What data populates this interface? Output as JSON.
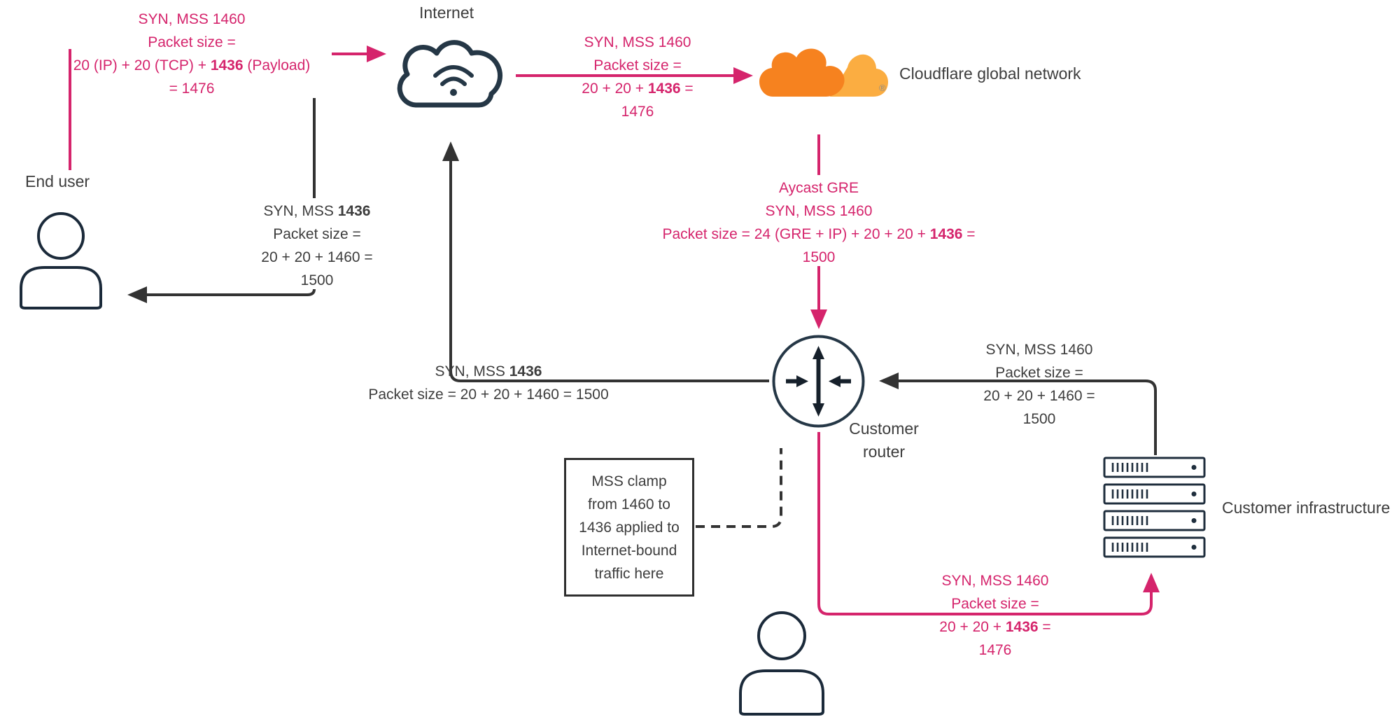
{
  "colors": {
    "pink": "#d5246c",
    "dark_stroke": "#253746",
    "arrow_black": "#333333",
    "text": "#3d3d3d",
    "cloudflare_orange": "#f6821f",
    "cloudflare_light_orange": "#fbad41"
  },
  "nodes": {
    "internet": {
      "label": "Internet"
    },
    "end_user": {
      "label": "End user"
    },
    "cloudflare": {
      "label": "Cloudflare global network",
      "reg_mark": "®"
    },
    "customer_router": {
      "label_lines": [
        "Customer",
        "router"
      ]
    },
    "customer_infrastructure": {
      "label": "Customer infrastructure"
    }
  },
  "flows": {
    "end_user_to_internet": {
      "lines": [
        "SYN, MSS 1460",
        "Packet size =",
        "20 (IP) + 20 (TCP) + **1436** (Payload)",
        "= 1476"
      ]
    },
    "internet_to_cloudflare": {
      "lines": [
        "SYN, MSS 1460",
        "Packet size =",
        "20 + 20 + **1436** =",
        "1476"
      ]
    },
    "cloudflare_to_router": {
      "lines": [
        "Aycast GRE",
        "SYN, MSS 1460",
        "Packet size = 24 (GRE + IP) + 20 + 20 + **1436** =",
        "1500"
      ]
    },
    "router_to_internet": {
      "lines": [
        "SYN, MSS **1436**",
        "Packet size = 20 + 20 + 1460 = 1500"
      ]
    },
    "internet_to_end_user": {
      "lines": [
        "SYN, MSS **1436**",
        "Packet size =",
        "20 + 20 + 1460 =",
        "1500"
      ]
    },
    "infrastructure_to_router": {
      "lines": [
        "SYN, MSS 1460",
        "Packet size =",
        "20 + 20 + 1460 =",
        "1500"
      ]
    },
    "router_to_infrastructure": {
      "lines": [
        "SYN, MSS 1460",
        "Packet size =",
        "20 + 20 + **1436** =",
        "1476"
      ]
    }
  },
  "clamp_note": {
    "lines": [
      "MSS clamp",
      "from 1460 to",
      "1436 applied to",
      "Internet-bound",
      "traffic here"
    ]
  }
}
